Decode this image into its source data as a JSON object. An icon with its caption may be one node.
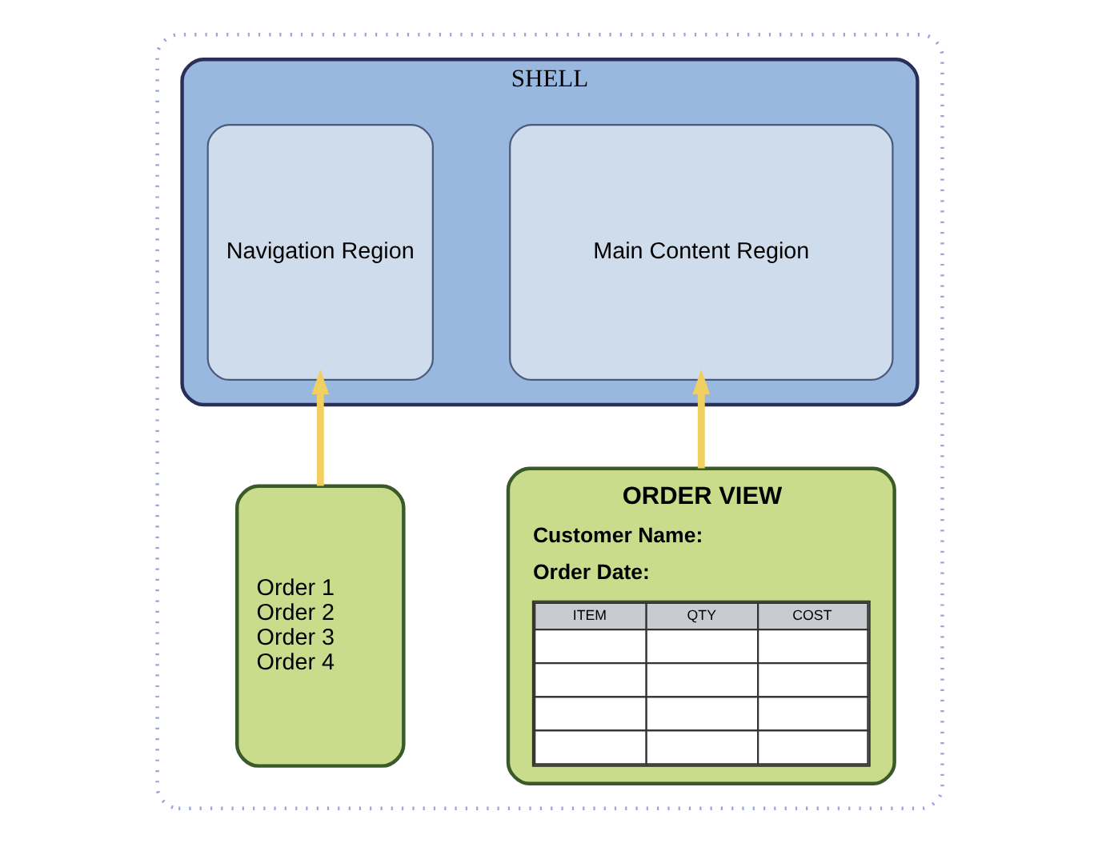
{
  "diagram": {
    "nodes": [
      {
        "text": [],
        "shape": "box"
      },
      {
        "text": [
          "SHELL"
        ],
        "in": 0
      },
      {
        "text": [
          "Navigation Region"
        ],
        "in": 1
      },
      {
        "text": [
          "Main Content Region"
        ],
        "in": 1
      },
      {
        "text": [
          "Order 1",
          "Order 2",
          "Order 3",
          "Order 4"
        ],
        "in": 0
      },
      {
        "text": [
          "ORDER VIEW",
          "Customer Name:",
          "Order Date:"
        ],
        "in": 0
      }
    ],
    "edges": [
      {
        "from": 4,
        "to": 2,
        "arrow": "to"
      },
      {
        "from": 5,
        "to": 3,
        "arrow": "to"
      }
    ],
    "labels": [
      "ITEM",
      "QTY",
      "COST"
    ]
  }
}
